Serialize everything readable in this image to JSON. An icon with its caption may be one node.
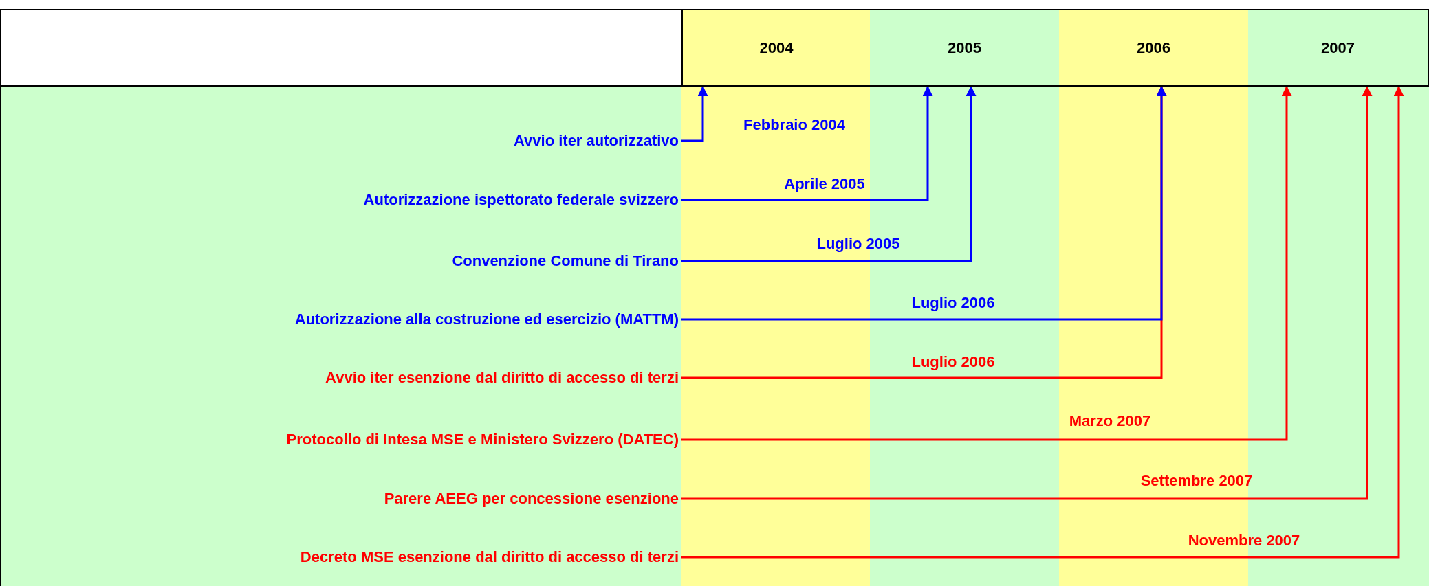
{
  "diagram": {
    "nodes": [
      {
        "text": [
          "2004"
        ]
      },
      {
        "text": [
          "2005"
        ]
      },
      {
        "text": [
          "2006"
        ]
      },
      {
        "text": [
          "2007"
        ]
      },
      {
        "text": [
          "Avvio iter autorizzativo"
        ]
      },
      {
        "text": [
          "Autorizzazione ispettorato federale svizzero"
        ]
      },
      {
        "text": [
          "Convenzione Comune di Tirano"
        ]
      },
      {
        "text": [
          "Autorizzazione alla costruzione ed esercizio (MATTM)"
        ]
      },
      {
        "text": [
          "Avvio iter esenzione dal diritto di accesso di terzi"
        ]
      },
      {
        "text": [
          "Protocollo di Intesa MSE e Ministero Svizzero (DATEC)"
        ]
      },
      {
        "text": [
          "Parere AEEG per concessione esenzione"
        ]
      },
      {
        "text": [
          "Decreto MSE esenzione dal diritto di accesso di terzi"
        ]
      }
    ],
    "edges": [
      {
        "from": 4,
        "to": 0,
        "arrow": "to",
        "label": "Febbraio 2004",
        "color": "#0000ff"
      },
      {
        "from": 5,
        "to": 1,
        "arrow": "to",
        "label": "Aprile 2005",
        "color": "#0000ff"
      },
      {
        "from": 6,
        "to": 1,
        "arrow": "to",
        "label": "Luglio 2005",
        "color": "#0000ff"
      },
      {
        "from": 7,
        "to": 2,
        "arrow": "to",
        "label": "Luglio 2006",
        "color": "#0000ff"
      },
      {
        "from": 8,
        "to": 2,
        "arrow": "to",
        "label": "Luglio 2006",
        "color": "#ff0000"
      },
      {
        "from": 9,
        "to": 3,
        "arrow": "to",
        "label": "Marzo 2007",
        "color": "#ff0000"
      },
      {
        "from": 10,
        "to": 3,
        "arrow": "to",
        "label": "Settembre 2007",
        "color": "#ff0000"
      },
      {
        "from": 11,
        "to": 3,
        "arrow": "to",
        "label": "Novembre 2007",
        "color": "#ff0000"
      }
    ]
  }
}
